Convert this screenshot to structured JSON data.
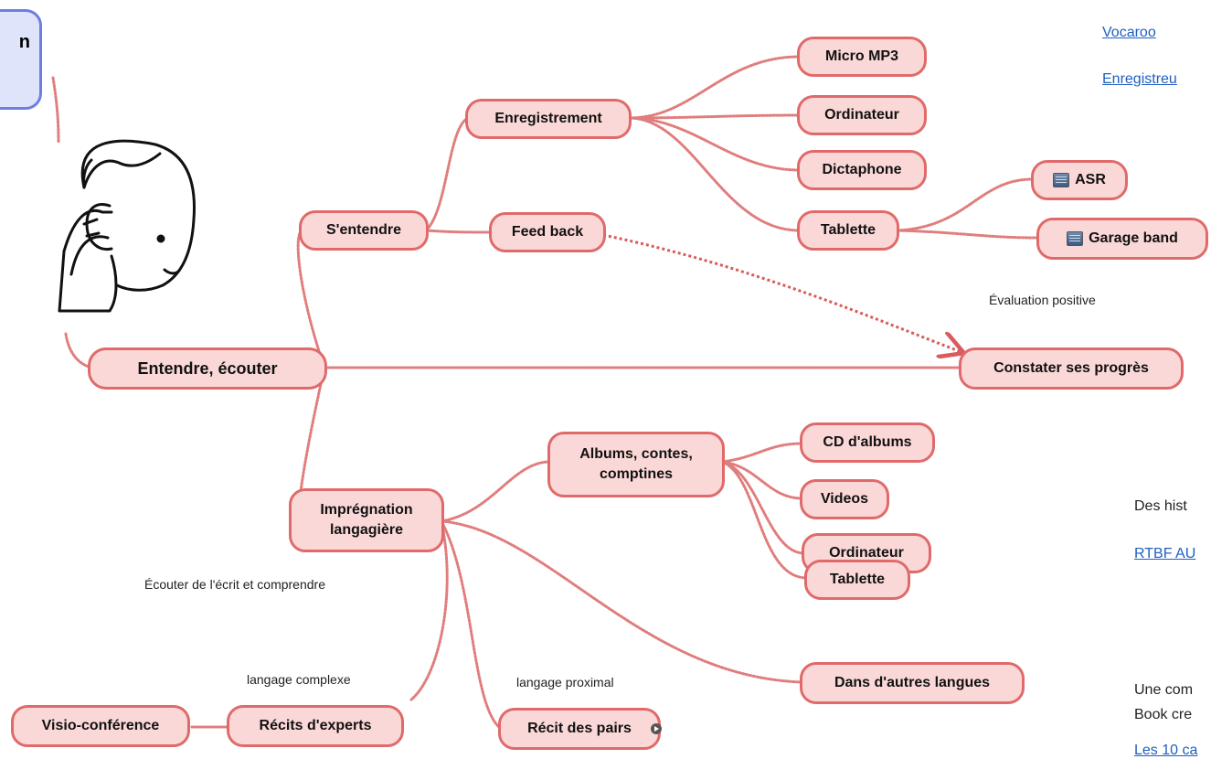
{
  "corner_node": {
    "label": "n"
  },
  "nodes": {
    "entendre": "Entendre, écouter",
    "sentendre": "S'entendre",
    "enregistrement": "Enregistrement",
    "feedback": "Feed back",
    "micro": "Micro MP3",
    "ordinateur1": "Ordinateur",
    "dictaphone": "Dictaphone",
    "tablette1": "Tablette",
    "asr": "ASR",
    "garage": "Garage band",
    "constater": "Constater ses progrès",
    "impregnation": "Imprégnation langagière",
    "albums": "Albums, contes, comptines",
    "cd": "CD d'albums",
    "videos": "Videos",
    "ordinateur2": "Ordinateur",
    "tablette2": "Tablette",
    "autres_langues": "Dans d'autres langues",
    "recits_experts": "Récits d'experts",
    "visio": "Visio-conférence",
    "recit_pairs": "Récit des pairs"
  },
  "notes": {
    "evaluation": "Évaluation positive",
    "ecouter_ecrit": "Écouter de l'écrit et comprendre",
    "langage_complexe": "langage complexe",
    "langage_proximal": "langage proximal"
  },
  "sidebar": {
    "link_vocaroo": "Vocaroo",
    "link_enregistreur": "Enregistreu",
    "text_histoires": "Des hist",
    "link_rtbf": "RTBF AU",
    "text_une": "Une com",
    "text_book": "Book cre",
    "link_les10": "Les 10 ca"
  },
  "icons": {
    "ear": "listening-child-icon",
    "app": "app-icon",
    "play": "play-icon"
  },
  "colors": {
    "node_fill": "#fbd8d8",
    "node_border": "#e06a6a",
    "connector": "#e07d7d",
    "corner_border": "#6b7fe0",
    "link": "#1f5fc0"
  }
}
